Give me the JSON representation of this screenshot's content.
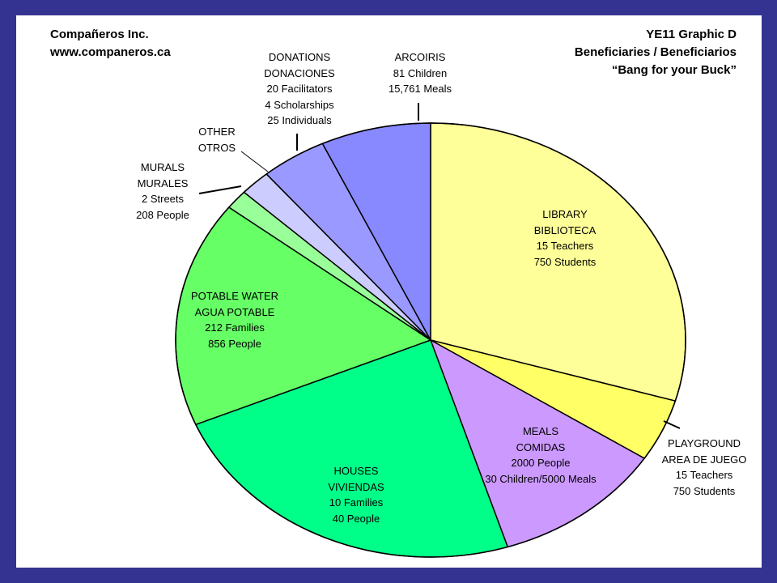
{
  "header": {
    "company": "Compañeros Inc.",
    "website": "www.companeros.ca",
    "graphic": "YE11 Graphic D",
    "title": "Beneficiaries / Beneficiarios",
    "subtitle": "“Bang for your Buck”"
  },
  "chart_data": {
    "type": "pie",
    "title": "Beneficiaries / Beneficiarios",
    "border_color": "#000000",
    "slices": [
      {
        "key": "library",
        "value": 30.5,
        "color": "#ffff99",
        "lines": [
          "LIBRARY",
          "BIBLIOTECA",
          "15 Teachers",
          "750 Students"
        ]
      },
      {
        "key": "playground",
        "value": 4.8,
        "color": "#ffff66",
        "lines": [
          "PLAYGROUND",
          "AREA DE JUEGO",
          "15 Teachers",
          "750 Students"
        ]
      },
      {
        "key": "meals",
        "value": 11.3,
        "color": "#cc99ff",
        "lines": [
          "MEALS",
          "COMIDAS",
          "2000 People",
          "30 Children/5000 Meals"
        ]
      },
      {
        "key": "houses",
        "value": 24.3,
        "color": "#00ff88",
        "lines": [
          "HOUSES",
          "VIVIENDAS",
          "10 Families",
          "40 People"
        ]
      },
      {
        "key": "potable-water",
        "value": 17.4,
        "color": "#66ff66",
        "lines": [
          "POTABLE WATER",
          "AGUA POTABLE",
          "212 Families",
          "856 People"
        ]
      },
      {
        "key": "murals",
        "value": 1.5,
        "color": "#99ff99",
        "lines": [
          "MURALS",
          "MURALES",
          "2 Streets",
          "208 People"
        ]
      },
      {
        "key": "other",
        "value": 2.0,
        "color": "#ccccff",
        "lines": [
          "OTHER",
          "OTROS"
        ]
      },
      {
        "key": "donations",
        "value": 4.3,
        "color": "#9999ff",
        "lines": [
          "DONATIONS",
          "DONACIONES",
          "20 Facilitators",
          "4 Scholarships",
          "25 Individuals"
        ]
      },
      {
        "key": "arcoiris",
        "value": 7.2,
        "color": "#8888ff",
        "lines": [
          "ARCOIRIS",
          "81 Children",
          "15,761 Meals"
        ]
      }
    ]
  }
}
